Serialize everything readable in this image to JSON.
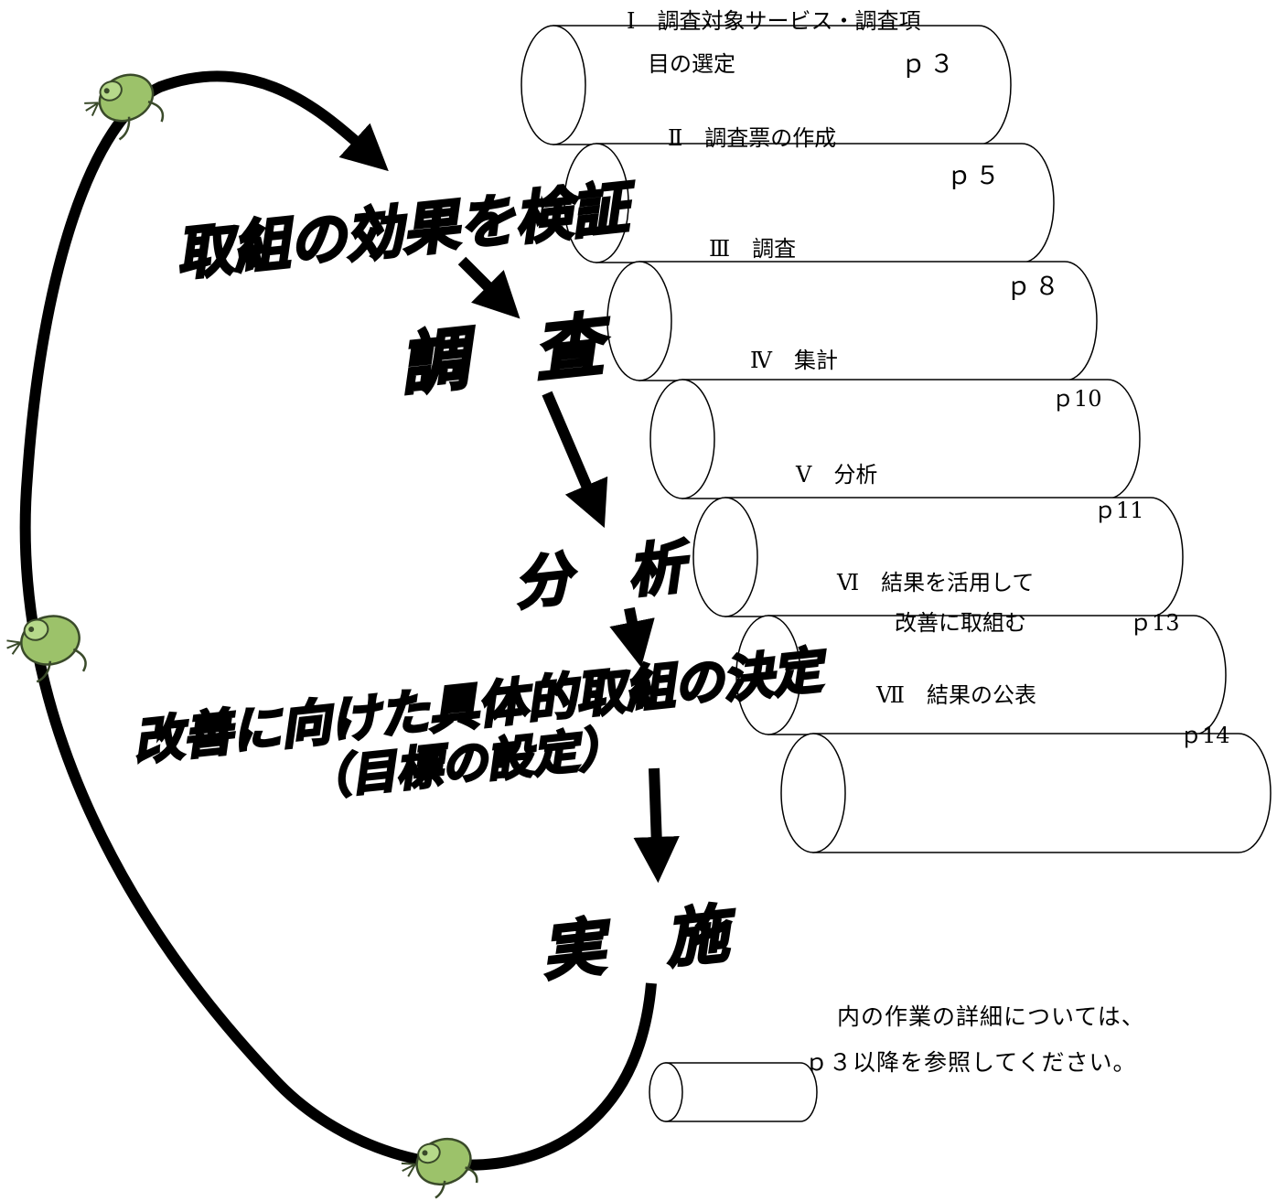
{
  "steps": [
    {
      "line1": "Ⅰ　調査対象サービス・調査項",
      "line2": "目の選定",
      "page": "ｐ３"
    },
    {
      "line1": "Ⅱ　調査票の作成",
      "page": "ｐ５"
    },
    {
      "line1": "Ⅲ　調査",
      "page": "ｐ８"
    },
    {
      "line1": "Ⅳ　集計",
      "page": "ｐ10"
    },
    {
      "line1": "Ⅴ　分析",
      "page": "ｐ11"
    },
    {
      "line1": "Ⅵ　結果を活用して",
      "line2": "改善に取組む",
      "page": "ｐ13"
    },
    {
      "line1": "Ⅶ　結果の公表",
      "page": "ｐ14"
    }
  ],
  "cycle": {
    "verify": "取組の効果を検証",
    "survey": "調　査",
    "analysis": "分　析",
    "decide_line1": "改善に向けた具体的取組の決定",
    "decide_line2": "（目標の設定）",
    "implement": "実　施"
  },
  "note": {
    "line1": "内の作業の詳細については、",
    "line2": "ｐ３以降を参照してください。"
  },
  "colors": {
    "frog_body": "#9cc26a",
    "frog_outline": "#3a4a2a"
  }
}
